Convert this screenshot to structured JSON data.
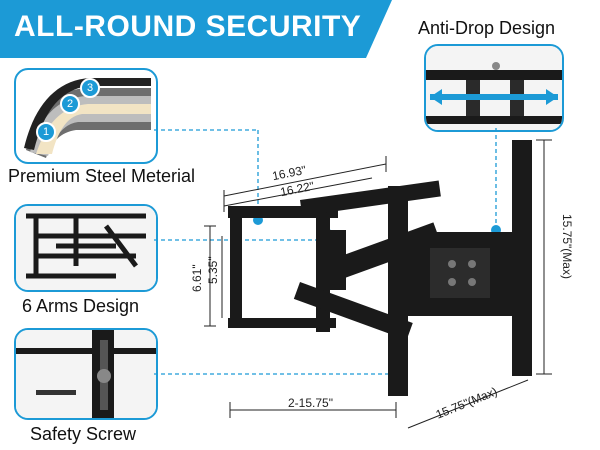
{
  "banner": {
    "title": "ALL-ROUND SECURITY",
    "color": "#1c9ad6"
  },
  "features": {
    "steel": {
      "label": "Premium Steel Meterial",
      "callouts": [
        "1",
        "2",
        "3"
      ]
    },
    "arms": {
      "label": "6 Arms Design"
    },
    "screw": {
      "label": "Safety Screw"
    },
    "anti_drop": {
      "label": "Anti-Drop Design"
    }
  },
  "dimensions": {
    "outer_width": "16.93\"",
    "inner_width": "16.22\"",
    "outer_height": "6.61\"",
    "inner_height": "5.35\"",
    "extension": "2-15.75\"",
    "plate_width": "15.75\"(Max)",
    "plate_height": "15.75\"(Max)"
  },
  "colors": {
    "accent": "#1c9ad6",
    "metal": "#1a1a1a",
    "guide": "#1c9ad6"
  }
}
